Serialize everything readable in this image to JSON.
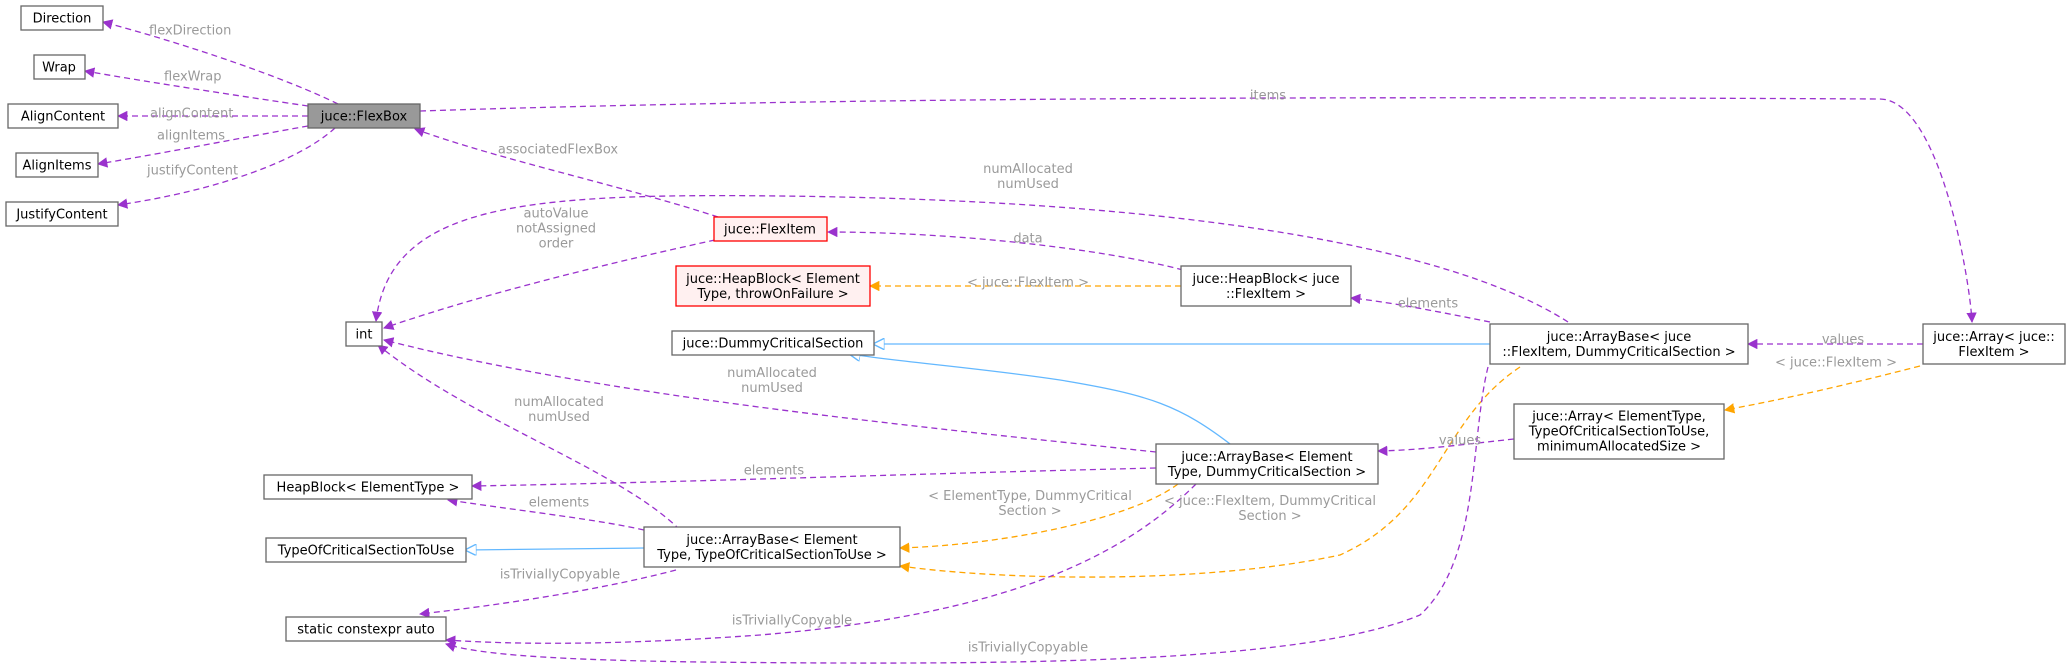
{
  "colors": {
    "usage_edge": "#9a32cd",
    "template_edge": "#ffa500",
    "inheritance_edge": "#63b8ff",
    "focus_node_fill": "#999999",
    "undocumented_node_border": "#ff0000"
  },
  "nodes": {
    "direction": [
      "Direction"
    ],
    "wrap": [
      "Wrap"
    ],
    "align_content": [
      "AlignContent"
    ],
    "align_items": [
      "AlignItems"
    ],
    "justify_content": [
      "JustifyContent"
    ],
    "flexbox": [
      "juce::FlexBox"
    ],
    "int": [
      "int"
    ],
    "flexitem": [
      "juce::FlexItem"
    ],
    "heapblock_element_red": [
      "juce::HeapBlock< Element",
      "Type, throwOnFailure >"
    ],
    "heapblock_flexitem": [
      "juce::HeapBlock< juce",
      "::FlexItem >"
    ],
    "dummy_cs": [
      "juce::DummyCriticalSection"
    ],
    "arraybase_flexitem": [
      "juce::ArrayBase< juce",
      "::FlexItem, DummyCriticalSection >"
    ],
    "array_flexitem": [
      "juce::Array< juce::",
      "FlexItem >"
    ],
    "array_generic": [
      "juce::Array< ElementType,",
      "TypeOfCriticalSectionToUse,",
      "minimumAllocatedSize >"
    ],
    "arraybase_element_dummy": [
      "juce::ArrayBase< Element",
      "Type, DummyCriticalSection >"
    ],
    "heapblock_elementtype": [
      "HeapBlock< ElementType >"
    ],
    "arraybase_element_tcs": [
      "juce::ArrayBase< Element",
      "Type, TypeOfCriticalSectionToUse >"
    ],
    "tcs_to_use": [
      "TypeOfCriticalSectionToUse"
    ],
    "static_constexpr_auto": [
      "static constexpr auto"
    ]
  },
  "edge_labels": {
    "flex_direction": [
      "flexDirection"
    ],
    "flex_wrap": [
      "flexWrap"
    ],
    "align_content": [
      "alignContent"
    ],
    "align_items": [
      "alignItems"
    ],
    "justify_content": [
      "justifyContent"
    ],
    "items": [
      "items"
    ],
    "associated_flexbox": [
      "associatedFlexBox"
    ],
    "num_allocated_top": [
      "numAllocated",
      "numUsed"
    ],
    "auto_value": [
      "autoValue",
      "notAssigned",
      "order"
    ],
    "data": [
      "data"
    ],
    "flexitem_template": [
      "< juce::FlexItem >"
    ],
    "elements_flexitem": [
      "elements"
    ],
    "values_top": [
      "values"
    ],
    "flexitem_template_2": [
      "< juce::FlexItem >"
    ],
    "num_allocated_mid": [
      "numAllocated",
      "numUsed"
    ],
    "num_allocated_left": [
      "numAllocated",
      "numUsed"
    ],
    "values_mid": [
      "values"
    ],
    "elements_mid": [
      "elements"
    ],
    "elements_low": [
      "elements"
    ],
    "element_type_dummy": [
      "< ElementType, DummyCritical",
      "Section >"
    ],
    "flexitem_dummy": [
      "< juce::FlexItem, DummyCritical",
      "Section >"
    ],
    "trivially_copyable_1": [
      "isTriviallyCopyable"
    ],
    "trivially_copyable_2": [
      "isTriviallyCopyable"
    ],
    "trivially_copyable_3": [
      "isTriviallyCopyable"
    ]
  }
}
